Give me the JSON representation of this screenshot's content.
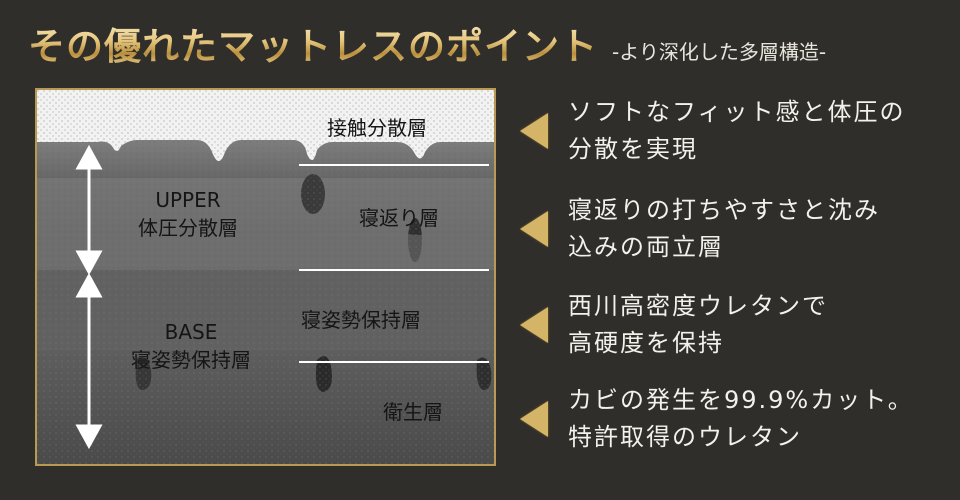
{
  "title": {
    "main": "その優れたマットレスのポイント",
    "subtitle": "-より深化した多層構造-"
  },
  "photo": {
    "layer_labels": {
      "top": "接触分散層",
      "second": "寝返り層",
      "third": "寝姿勢保持層",
      "bottom": "衛生層"
    },
    "group_labels": {
      "upper_line1": "UPPER",
      "upper_line2": "体圧分散層",
      "base_line1": "BASE",
      "base_line2": "寝姿勢保持層"
    }
  },
  "points": [
    {
      "text": "ソフトなフィット感と体圧の\n分散を実現"
    },
    {
      "text": "寝返りの打ちやすさと沈み\n込みの両立層"
    },
    {
      "text": "西川高密度ウレタンで\n高硬度を保持"
    },
    {
      "text": "カビの発生を99.9%カット。\n特許取得のウレタン"
    }
  ],
  "colors": {
    "background": "#2f2e2b",
    "gold_accent": "#d4b467",
    "foam_upper": "#6e6e6e",
    "foam_base": "#555555"
  }
}
